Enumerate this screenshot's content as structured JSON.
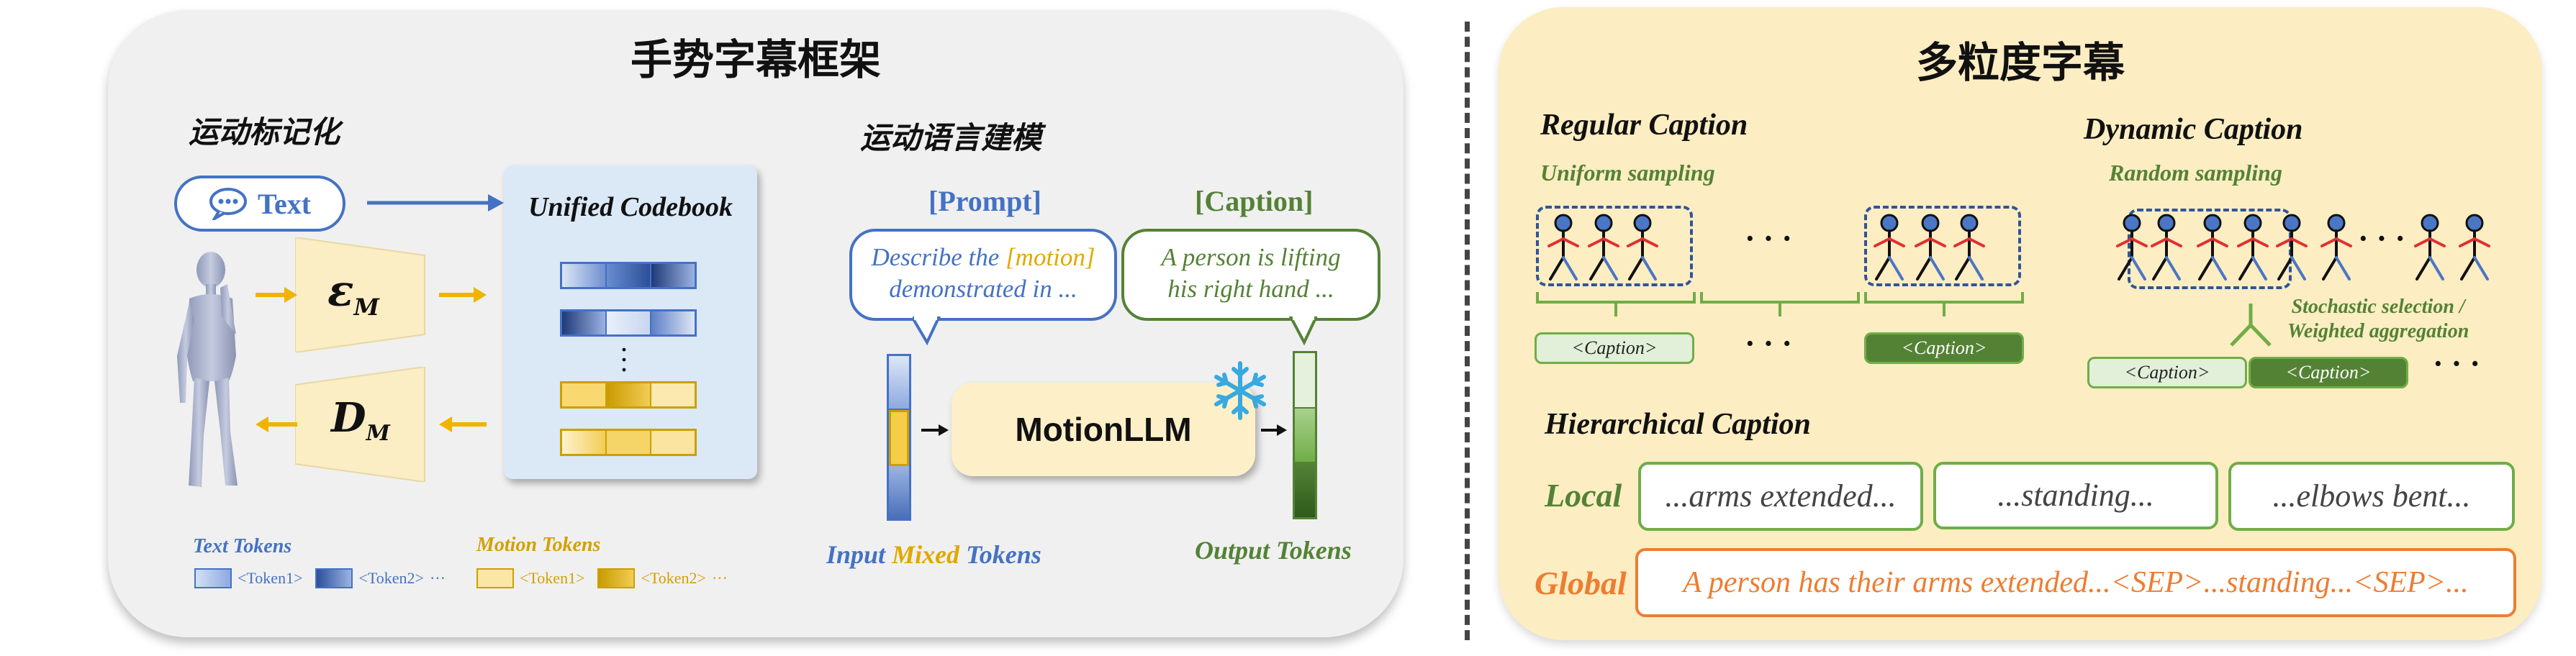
{
  "left_panel": {
    "title": "手势字幕框架",
    "tokenization": {
      "title": "运动标记化",
      "text_label": "Text",
      "encoder_label": "ε",
      "encoder_sub": "M",
      "decoder_label": "D",
      "decoder_sub": "M",
      "codebook_label": "Unified Codebook"
    },
    "legend": {
      "text_tokens": "Text Tokens",
      "motion_tokens": "Motion Tokens",
      "token1": "<Token1>",
      "token2": "<Token2>",
      "ellipsis": "···"
    },
    "language_modeling": {
      "title": "运动语言建模",
      "prompt_label": "[Prompt]",
      "caption_label": "[Caption]",
      "prompt_text_1": "Describe the ",
      "prompt_highlight": "[motion]",
      "prompt_text_2": "demonstrated in ...",
      "caption_text_1": "A person is lifting",
      "caption_text_2": "his  right hand ...",
      "model_label": "MotionLLM",
      "input_label_1": "Input ",
      "input_label_2": "Mixed",
      "input_label_3": " Tokens",
      "output_label": "Output Tokens"
    }
  },
  "right_panel": {
    "title": "多粒度字幕",
    "regular": {
      "title": "Regular Caption",
      "sampling": "Uniform sampling",
      "caption_pill": "<Caption>",
      "ellipsis": "· · ·"
    },
    "dynamic": {
      "title": "Dynamic Caption",
      "sampling": "Random sampling",
      "selection_1": "Stochastic selection /",
      "selection_2": "Weighted aggregation",
      "caption_pill": "<Caption>",
      "ellipsis": "· · ·"
    },
    "hierarchical": {
      "title": "Hierarchical Caption",
      "local_label": "Local",
      "local_items": [
        "...arms extended...",
        "...standing...",
        "...elbows bent..."
      ],
      "global_label": "Global",
      "global_text": "A person has their arms extended...<SEP>...standing...<SEP>..."
    }
  },
  "colors": {
    "blue": "#4472c4",
    "gold": "#e0a800",
    "green": "#548235",
    "orange": "#ed7d31"
  }
}
